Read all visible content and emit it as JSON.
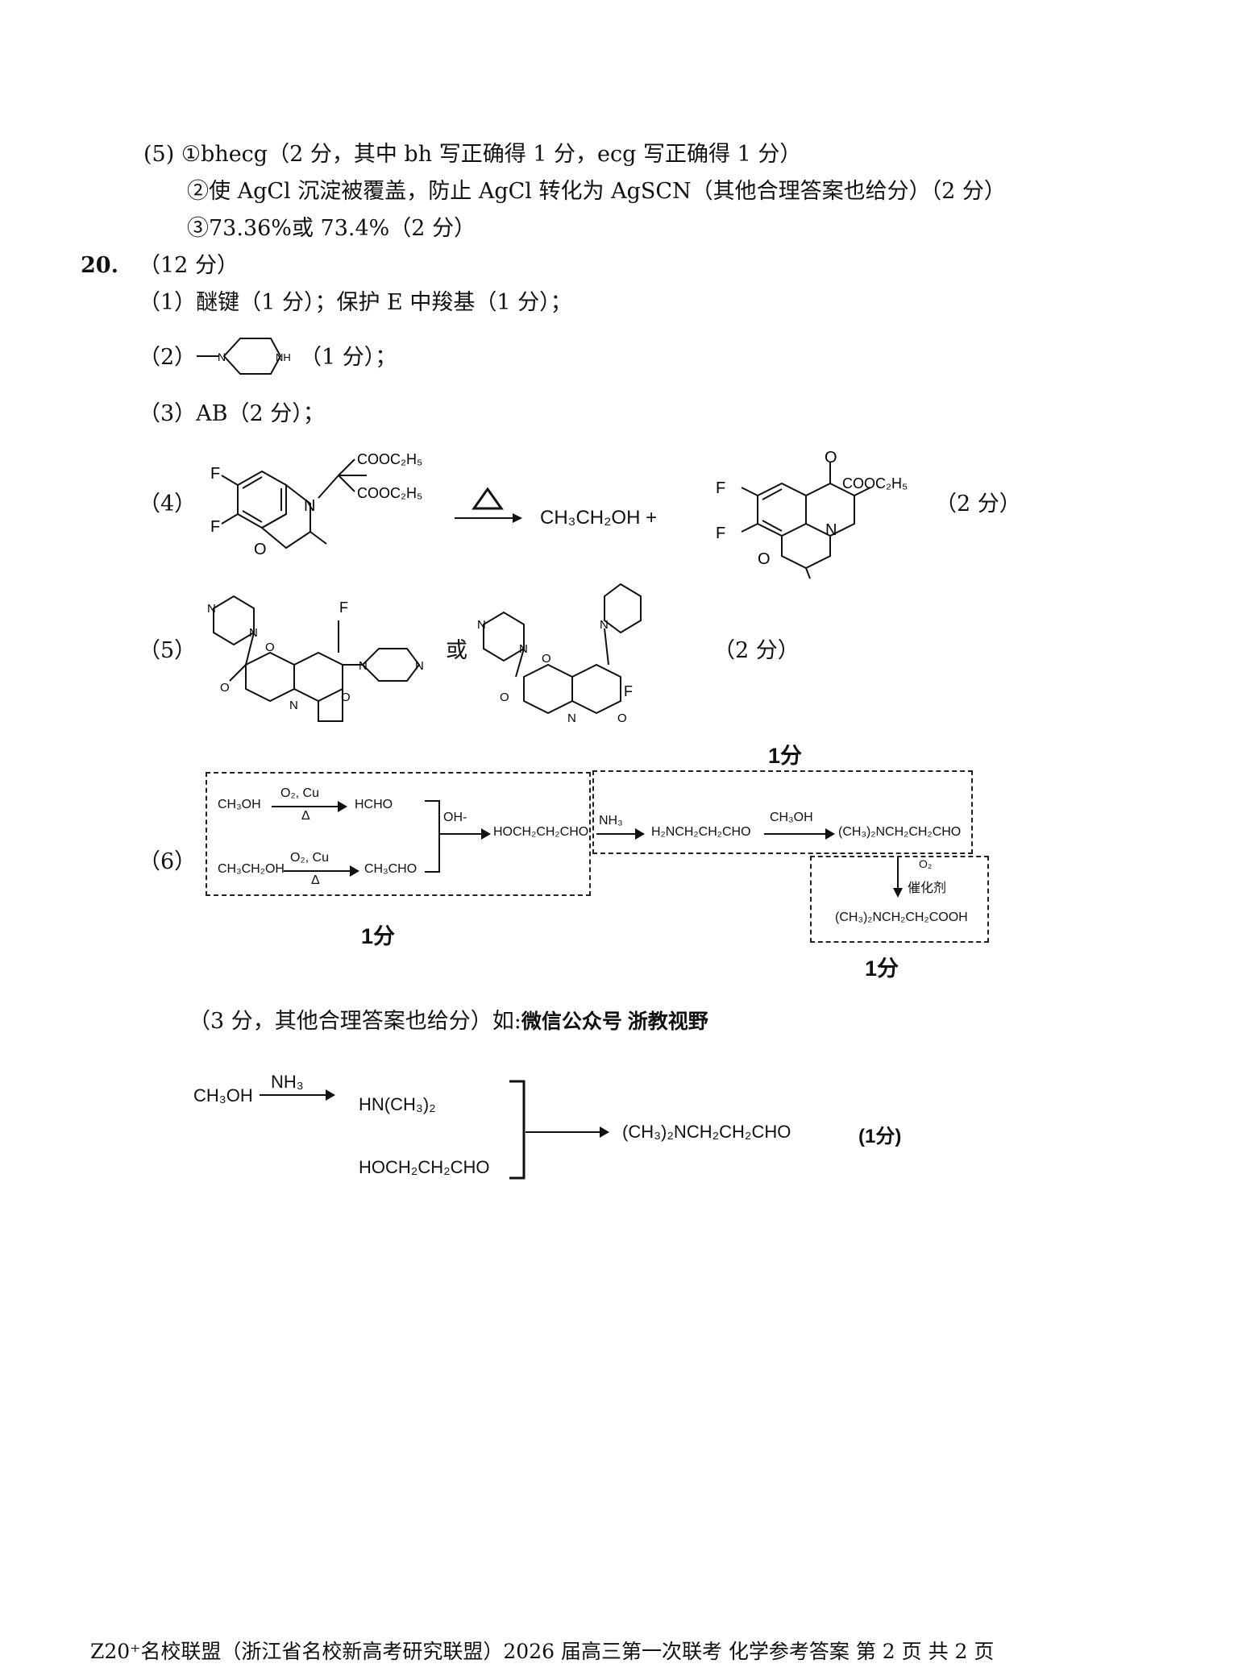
{
  "q19_5": {
    "line1": "(5) ①bhecg（2 分，其中 bh 写正确得 1 分，ecg 写正确得 1 分）",
    "line2": "②使 AgCl 沉淀被覆盖，防止 AgCl 转化为 AgSCN（其他合理答案也给分）（2 分）",
    "line3": "③73.36%或 73.4%（2 分）"
  },
  "q20": {
    "number": "20.",
    "total": "（12 分）",
    "p1": "（1）醚键（1 分）；保护 E 中羧基（1 分）；",
    "p2_label": "（2）",
    "p2_score": "（1 分）；",
    "p3": "（3）AB（2 分）；",
    "p4_label": "（4）",
    "p4_product": "CH₃CH₂OH  +",
    "p4_score": "（2 分）",
    "p5_label": "（5）",
    "p5_or": "或",
    "p5_score": "（2 分）",
    "p6_label": "（6）",
    "p6_note": "（3 分，其他合理答案也给分）如:",
    "watermark": "微信公众号 浙教视野"
  },
  "structures": {
    "F": "F",
    "O": "O",
    "N": "N",
    "NH": "NH",
    "ester": "COOC₂H₅"
  },
  "route": {
    "r1_reactant": "CH₃OH",
    "r1_cond": "O₂, Cu",
    "r1_heat": "Δ",
    "r1_product": "HCHO",
    "r2_reactant": "CH₃CH₂OH",
    "r2_cond": "O₂, Cu",
    "r2_heat": "Δ",
    "r2_product": "CH₃CHO",
    "base": "OH-",
    "aldol": "HOCH₂CH₂CHO",
    "nh3": "NH₃",
    "amine": "H₂NCH₂CH₂CHO",
    "methanol": "CH₃OH",
    "dimethyl": "(CH₃)₂NCH₂CH₂CHO",
    "o2": "O₂",
    "catalyst": "催化剂",
    "acid": "(CH₃)₂NCH₂CH₂COOH",
    "score_left": "1分",
    "score_top": "1分",
    "score_bottom": "1分"
  },
  "alt_route": {
    "reactant": "CH₃OH",
    "reagent": "NH₃",
    "product1": "HN(CH₃)₂",
    "product2": "HOCH₂CH₂CHO",
    "final": "(CH₃)₂NCH₂CH₂CHO",
    "score": "(1分)"
  },
  "footer": "Z20⁺名校联盟（浙江省名校新高考研究联盟）2026 届高三第一次联考 化学参考答案  第 2 页 共 2 页"
}
